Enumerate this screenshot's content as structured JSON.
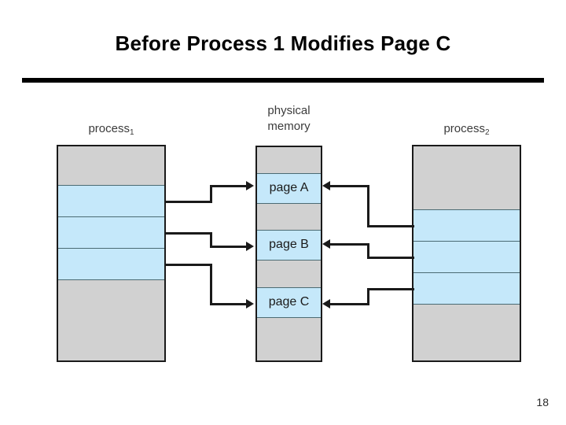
{
  "slide": {
    "title": "Before Process 1 Modifies Page C",
    "page_number": "18",
    "background_color": "#ffffff",
    "rule_color": "#000000"
  },
  "colors": {
    "shared_page_fill": "#c5e8fa",
    "unused_fill": "#d1d1d1",
    "frame_stroke": "#1a1a1a",
    "segment_divider": "#4b6b73",
    "arrow": "#1a1a1a"
  },
  "diagram": {
    "columns": [
      {
        "id": "process1",
        "caption": "process",
        "caption_subscript": "1",
        "segments": [
          {
            "fill": "unused",
            "label": ""
          },
          {
            "fill": "shared",
            "label": ""
          },
          {
            "fill": "shared",
            "label": ""
          },
          {
            "fill": "shared",
            "label": ""
          },
          {
            "fill": "unused",
            "label": ""
          }
        ]
      },
      {
        "id": "physical-memory",
        "caption": "physical",
        "caption_line2": "memory",
        "caption_subscript": "",
        "segments": [
          {
            "fill": "unused",
            "label": ""
          },
          {
            "fill": "shared",
            "label": "page A"
          },
          {
            "fill": "unused",
            "label": ""
          },
          {
            "fill": "shared",
            "label": "page B"
          },
          {
            "fill": "unused",
            "label": ""
          },
          {
            "fill": "shared",
            "label": "page C"
          },
          {
            "fill": "unused",
            "label": ""
          }
        ]
      },
      {
        "id": "process2",
        "caption": "process",
        "caption_subscript": "2",
        "segments": [
          {
            "fill": "unused",
            "label": ""
          },
          {
            "fill": "shared",
            "label": ""
          },
          {
            "fill": "shared",
            "label": ""
          },
          {
            "fill": "shared",
            "label": ""
          },
          {
            "fill": "unused",
            "label": ""
          }
        ]
      }
    ],
    "mappings_left": [
      {
        "from": "process1-page-slot-1",
        "to": "page A"
      },
      {
        "from": "process1-page-slot-2",
        "to": "page B"
      },
      {
        "from": "process1-page-slot-3",
        "to": "page C"
      }
    ],
    "mappings_right": [
      {
        "from": "process2-page-slot-1",
        "to": "page A"
      },
      {
        "from": "process2-page-slot-2",
        "to": "page B"
      },
      {
        "from": "process2-page-slot-3",
        "to": "page C"
      }
    ]
  }
}
